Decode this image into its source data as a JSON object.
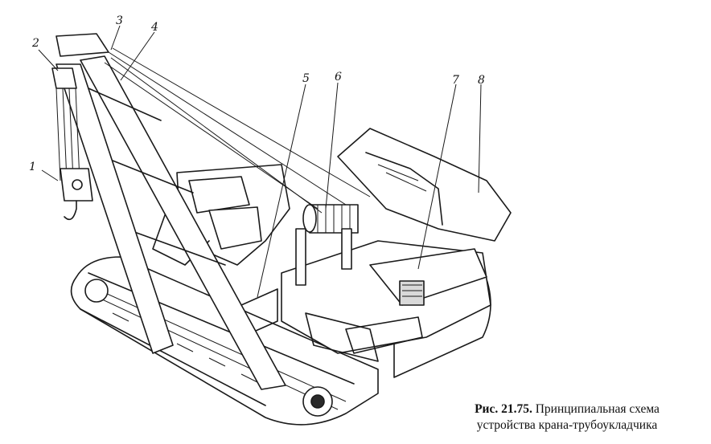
{
  "caption": {
    "prefix": "Рис. 21.75.",
    "line1": "Принципиальная схема",
    "line2": "устройства крана-трубоукладчика"
  },
  "labels": [
    "1",
    "2",
    "3",
    "4",
    "5",
    "6",
    "7",
    "8"
  ]
}
